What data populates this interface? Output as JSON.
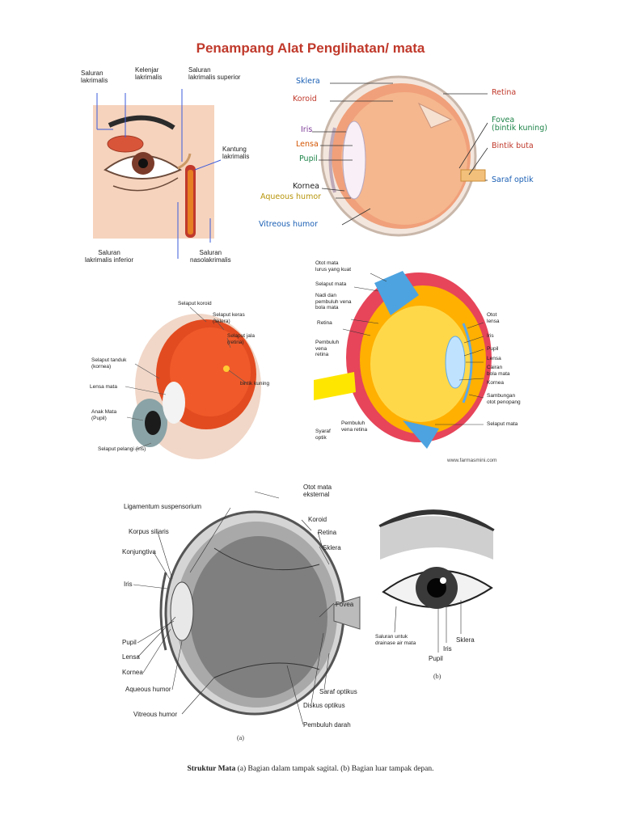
{
  "page_title": "Penampang Alat Penglihatan/ mata",
  "fig1": {
    "labels": {
      "saluran_lakrimalis": "Saluran\nlakrimalis",
      "kelenjar_lakrimalis": "Kelenjar\nlakrimalis",
      "saluran_superior": "Saluran\nlakrimalis superior",
      "kantung": "Kantung\nlakrimalis",
      "saluran_inferior": "Saluran\nlakrimalis inferior",
      "saluran_naso": "Saluran\nnasolakrimalis"
    }
  },
  "fig2": {
    "labels": {
      "sklera": "Sklera",
      "koroid": "Koroid",
      "iris": "Iris",
      "lensa": "Lensa",
      "pupil": "Pupil",
      "kornea": "Kornea",
      "aqueous": "Aqueous humor",
      "vitreous": "Vitreous humor",
      "retina": "Retina",
      "fovea": "Fovea\n(bintik kuning)",
      "bintik_buta": "Bintik buta",
      "saraf_optik": "Saraf optik"
    },
    "colors": {
      "sklera": "#1a5fb4",
      "koroid": "#c0392b",
      "iris": "#7d3c98",
      "lensa": "#d35400",
      "pupil": "#1e8449",
      "kornea": "#222222",
      "aqueous": "#b7950b",
      "vitreous": "#1a5fb4",
      "retina": "#c0392b",
      "fovea": "#1e8449",
      "bintik_buta": "#c0392b",
      "saraf_optik": "#1a5fb4"
    }
  },
  "fig3": {
    "labels": {
      "selaput_koroid": "Selaput koroid",
      "selaput_keras": "Selaput keras\n(sklera)",
      "selaput_jala": "Selaput jala\n(retina)",
      "selaput_tanduk": "Selaput tanduk\n(kornea)",
      "bintik_kuning": "bintik kuning",
      "lensa_mata": "Lensa mata",
      "anak_mata": "Anak Mata\n(Pupil)",
      "selaput_pelangi": "Selaput pelangi (iris)"
    }
  },
  "fig4": {
    "labels": {
      "otot_mata": "Otot mata\nlurus yang kuat",
      "selaput_mata_top": "Selaput mata",
      "nadi": "Nadi dan\npembuluh vena\nbola mata",
      "retina": "Retina",
      "pembuluh_vena": "Pembuluh\nvena\nretina",
      "otot_lensa": "Otot\nlensa",
      "iris": "Iris",
      "pupil": "Pupil",
      "lensa": "Lensa",
      "cairan": "Cairan\nbola mata",
      "kornea": "Kornea",
      "sambungan": "Sambungan\notot penopang",
      "selaput_mata_bottom": "Selaput mata",
      "syaraf": "Syaraf\noptik",
      "pembuluh_retina": "Pembuluh\nvena retina",
      "watermark": "www.farmasmini.com"
    }
  },
  "fig5": {
    "labels": {
      "otot_eksternal": "Otot mata\neksternal",
      "ligamentum": "Ligamentum suspensorium",
      "koroid": "Koroid",
      "korpus": "Korpus siliaris",
      "retina": "Retina",
      "konjungtiva": "Konjungtiva",
      "sklera": "Sklera",
      "iris": "Iris",
      "fovea": "Fovea",
      "pupil": "Pupil",
      "lensa": "Lensa",
      "kornea": "Kornea",
      "aqueous": "Aqueous humor",
      "vitreous": "Vitreous humor",
      "saraf": "Saraf optikus",
      "diskus": "Diskus optikus",
      "pembuluh": "Pembuluh darah",
      "tag_a": "(a)"
    }
  },
  "fig6": {
    "labels": {
      "saluran": "Saluran untuk\ndrainase air mata",
      "pupil": "Pupil",
      "iris": "Iris",
      "sklera": "Sklera",
      "tag_b": "(b)"
    }
  },
  "caption": {
    "title": "Struktur Mata",
    "text": "(a) Bagian dalam tampak sagital. (b) Bagian luar tampak depan."
  }
}
